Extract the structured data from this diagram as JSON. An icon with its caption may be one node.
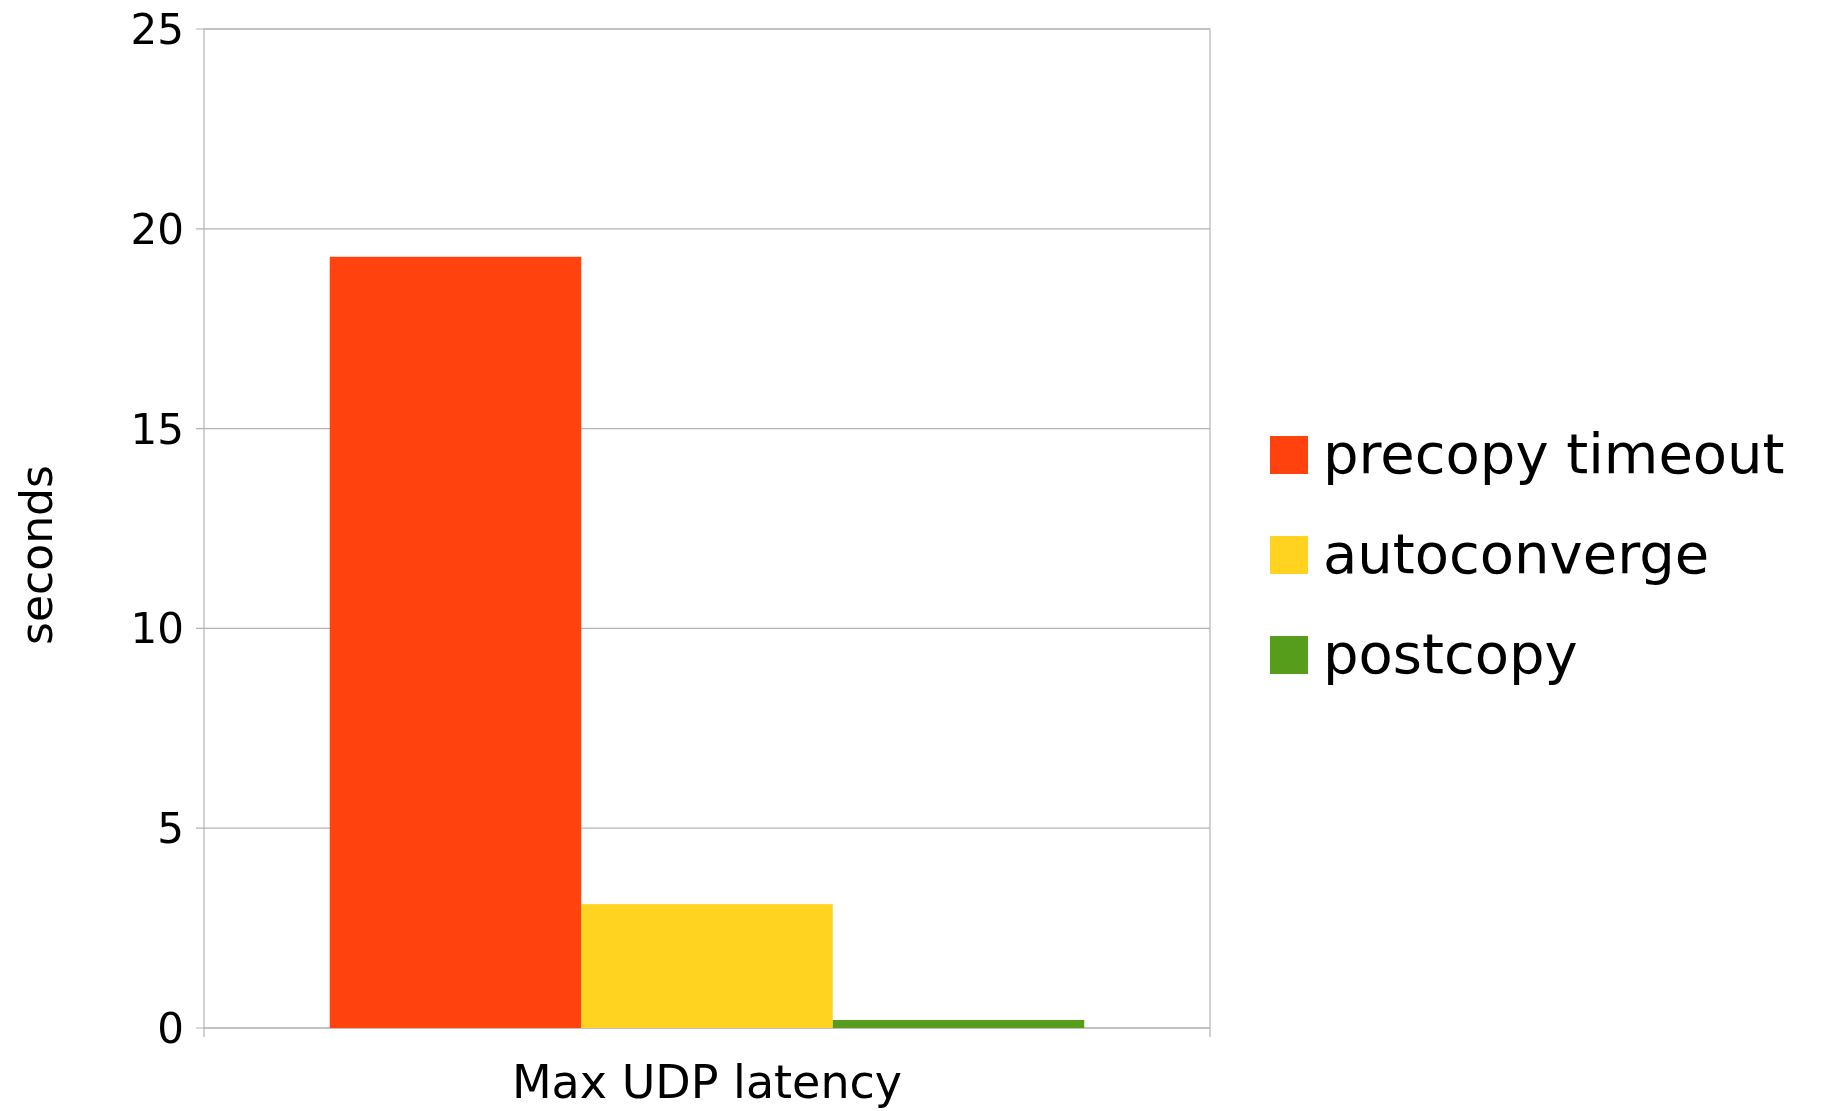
{
  "diagram": {
    "chart_data": {
      "type": "bar",
      "ylabel": "seconds",
      "categories": [
        "Max UDP latency"
      ],
      "series": [
        {
          "name": "precopy timeout",
          "color": "#ff420e",
          "values": [
            19.3
          ]
        },
        {
          "name": "autoconverge",
          "color": "#ffd320",
          "values": [
            3.1
          ]
        },
        {
          "name": "postcopy",
          "color": "#579d1c",
          "values": [
            0.2
          ]
        }
      ],
      "ylim": [
        0,
        25
      ],
      "yticks": [
        0,
        5,
        10,
        15,
        20,
        25
      ],
      "grid": true,
      "legend": "right"
    }
  }
}
